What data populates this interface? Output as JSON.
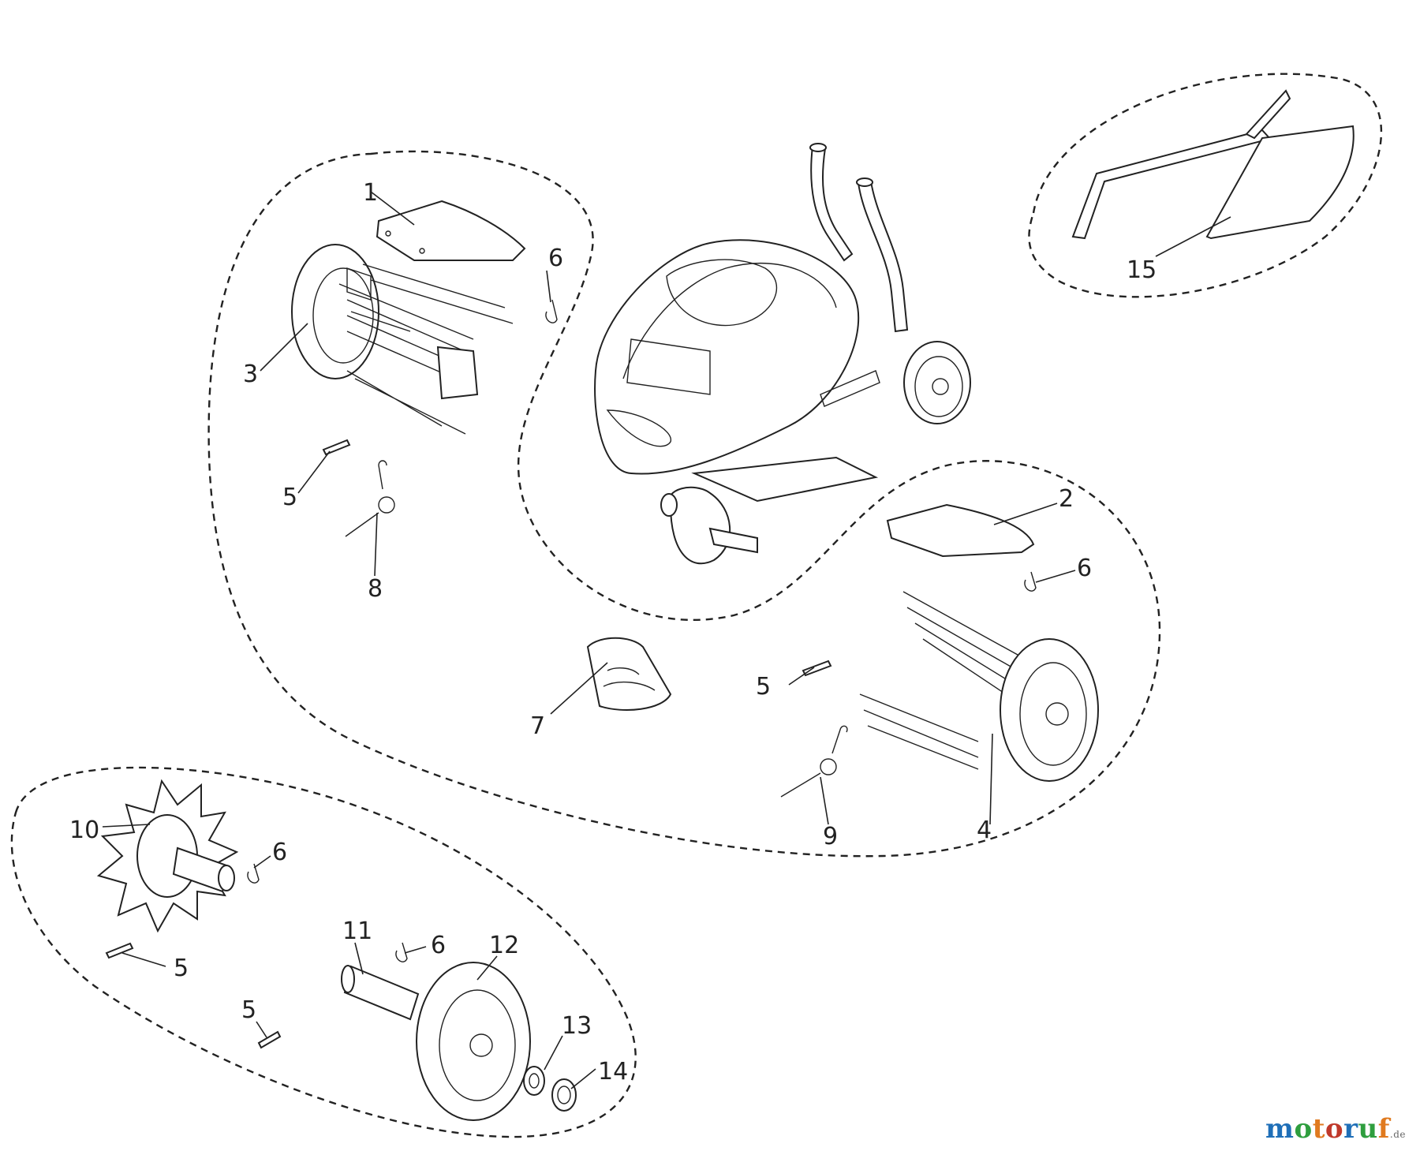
{
  "callouts": [
    "1",
    "2",
    "3",
    "4",
    "5",
    "6",
    "7",
    "8",
    "9",
    "10",
    "11",
    "12",
    "13",
    "14",
    "15"
  ],
  "watermark": {
    "text": "motoruf",
    "suffix": ".de",
    "colors": [
      "#1f6fb8",
      "#2e9e3e",
      "#e07a1f",
      "#c0392b",
      "#1f6fb8",
      "#2e9e3e",
      "#e07a1f"
    ]
  }
}
